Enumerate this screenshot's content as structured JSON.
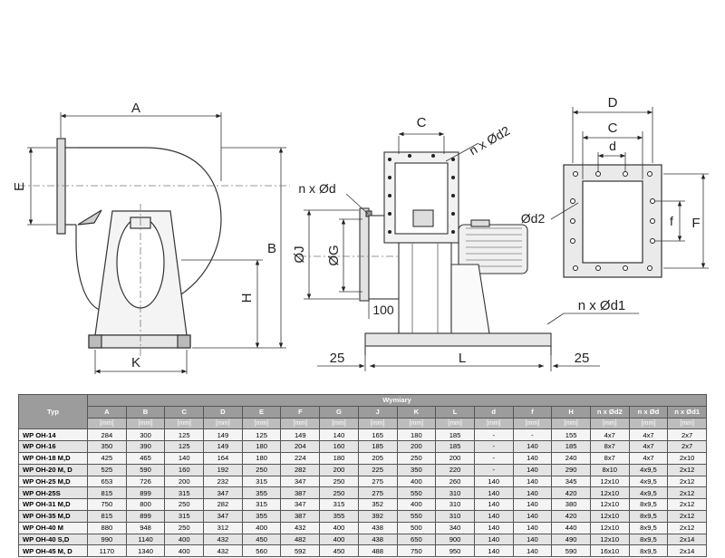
{
  "drawing": {
    "labels": {
      "A": "A",
      "E": "E",
      "B": "B",
      "H": "H",
      "K": "K",
      "C_side": "C",
      "nd2_side": "n x Ød2",
      "nd_side": "n x Ød",
      "J": "ØJ",
      "G": "ØG",
      "dim100": "100",
      "L": "L",
      "left25": "25",
      "right25": "25",
      "nd1": "n x Ød1",
      "D": "D",
      "C_front": "C",
      "d_front": "d",
      "d2_front": "Ød2",
      "f": "f",
      "F": "F"
    }
  },
  "table": {
    "header_group": "Wymiary",
    "typ_label": "Typ",
    "columns": [
      "A",
      "B",
      "C",
      "D",
      "E",
      "F",
      "G",
      "J",
      "K",
      "L",
      "d",
      "f",
      "H",
      "n x Ød2",
      "n x Ød",
      "n x Ød1"
    ],
    "unit": "[mm]",
    "rows": [
      {
        "typ": "WP OH-14",
        "vals": [
          "284",
          "300",
          "125",
          "149",
          "125",
          "149",
          "140",
          "165",
          "180",
          "185",
          "-",
          "-",
          "155",
          "4x7",
          "4x7",
          "2x7"
        ]
      },
      {
        "typ": "WP OH-16",
        "vals": [
          "350",
          "390",
          "125",
          "149",
          "180",
          "204",
          "160",
          "185",
          "200",
          "185",
          "-",
          "140",
          "185",
          "8x7",
          "4x7",
          "2x7"
        ]
      },
      {
        "typ": "WP OH-18 M,D",
        "vals": [
          "425",
          "465",
          "140",
          "164",
          "180",
          "224",
          "180",
          "205",
          "250",
          "200",
          "-",
          "140",
          "240",
          "8x7",
          "4x7",
          "2x10"
        ]
      },
      {
        "typ": "WP OH-20 M, D",
        "vals": [
          "525",
          "590",
          "160",
          "192",
          "250",
          "282",
          "200",
          "225",
          "350",
          "220",
          "-",
          "140",
          "290",
          "8x10",
          "4x9,5",
          "2x12"
        ]
      },
      {
        "typ": "WP OH-25 M,D",
        "vals": [
          "653",
          "726",
          "200",
          "232",
          "315",
          "347",
          "250",
          "275",
          "400",
          "260",
          "140",
          "140",
          "345",
          "12x10",
          "4x9,5",
          "2x12"
        ]
      },
      {
        "typ": "WP OH-25S",
        "vals": [
          "815",
          "899",
          "315",
          "347",
          "355",
          "387",
          "250",
          "275",
          "550",
          "310",
          "140",
          "140",
          "420",
          "12x10",
          "4x9,5",
          "2x12"
        ]
      },
      {
        "typ": "WP OH-31 M,D",
        "vals": [
          "750",
          "800",
          "250",
          "282",
          "315",
          "347",
          "315",
          "352",
          "400",
          "310",
          "140",
          "140",
          "380",
          "12x10",
          "8x9,5",
          "2x12"
        ]
      },
      {
        "typ": "WP OH-35 M,D",
        "vals": [
          "815",
          "899",
          "315",
          "347",
          "355",
          "387",
          "355",
          "392",
          "550",
          "310",
          "140",
          "140",
          "420",
          "12x10",
          "8x9,5",
          "2x12"
        ]
      },
      {
        "typ": "WP OH-40 M",
        "vals": [
          "880",
          "948",
          "250",
          "312",
          "400",
          "432",
          "400",
          "438",
          "500",
          "340",
          "140",
          "140",
          "440",
          "12x10",
          "8x9,5",
          "2x12"
        ]
      },
      {
        "typ": "WP OH-40 S,D",
        "vals": [
          "990",
          "1140",
          "400",
          "432",
          "450",
          "482",
          "400",
          "438",
          "650",
          "900",
          "140",
          "140",
          "490",
          "12x10",
          "8x9,5",
          "2x14"
        ]
      },
      {
        "typ": "WP OH-45 M, D",
        "vals": [
          "1170",
          "1340",
          "400",
          "432",
          "560",
          "592",
          "450",
          "488",
          "750",
          "950",
          "140",
          "140",
          "590",
          "16x10",
          "8x9,5",
          "2x14"
        ]
      }
    ]
  }
}
